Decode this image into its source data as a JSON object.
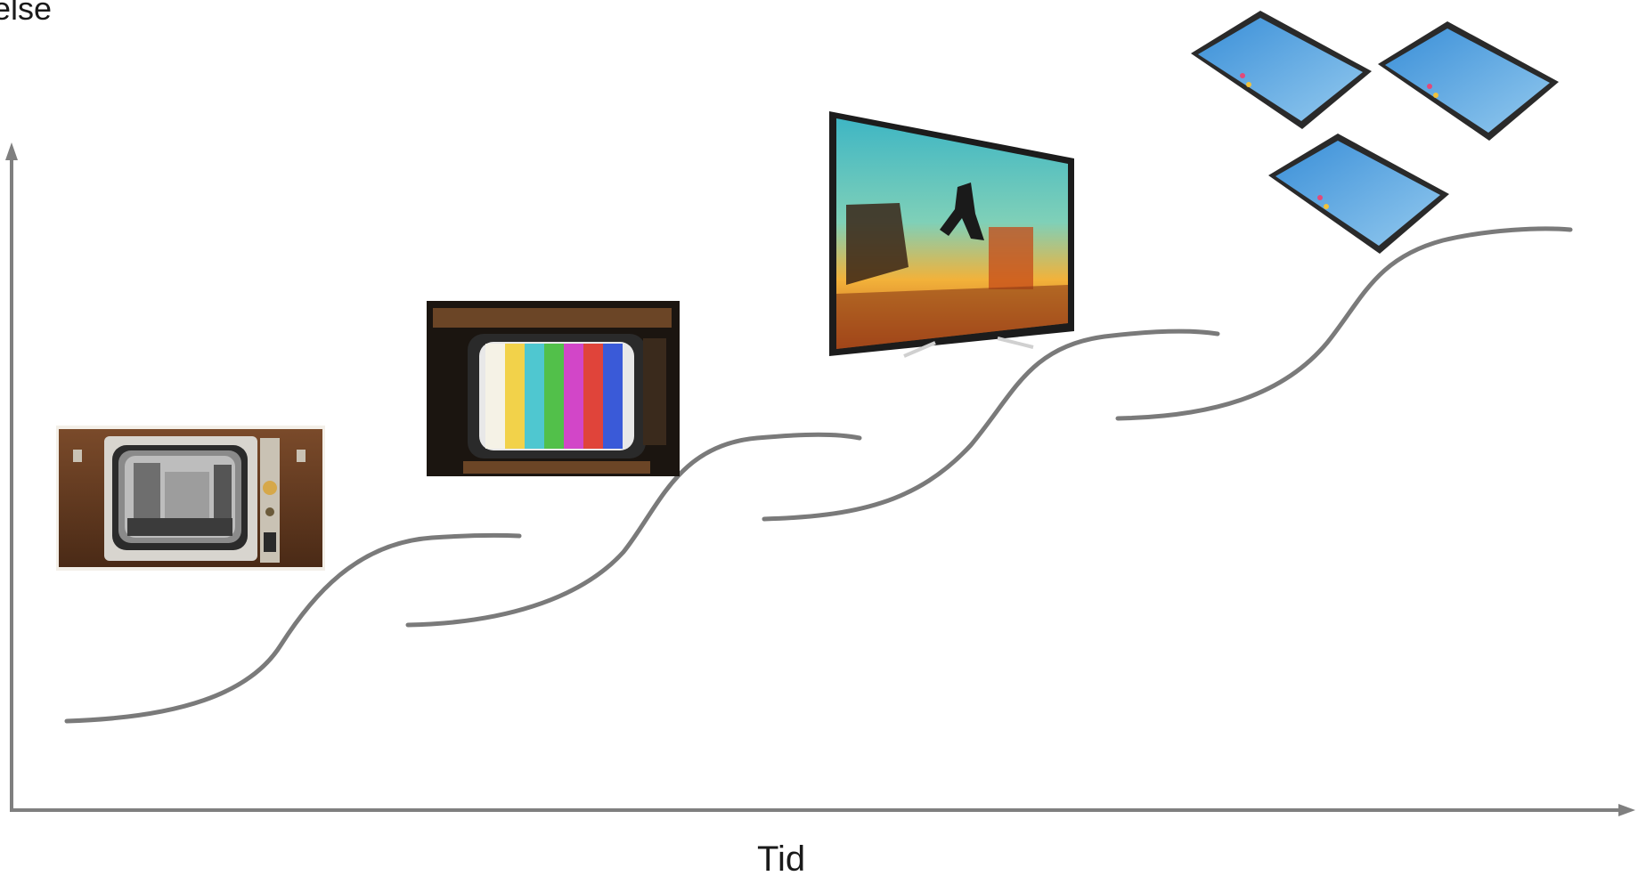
{
  "diagram": {
    "y_axis_label": "else",
    "x_axis_label": "Tid",
    "colors": {
      "axis": "#7f7f7f",
      "curve": "#7a7a7a",
      "text": "#1a1a1a"
    },
    "stages": [
      {
        "name": "wood-cabinet-bw-tv"
      },
      {
        "name": "color-bars-crt-tv"
      },
      {
        "name": "flat-screen-tv"
      },
      {
        "name": "tablets"
      }
    ]
  }
}
